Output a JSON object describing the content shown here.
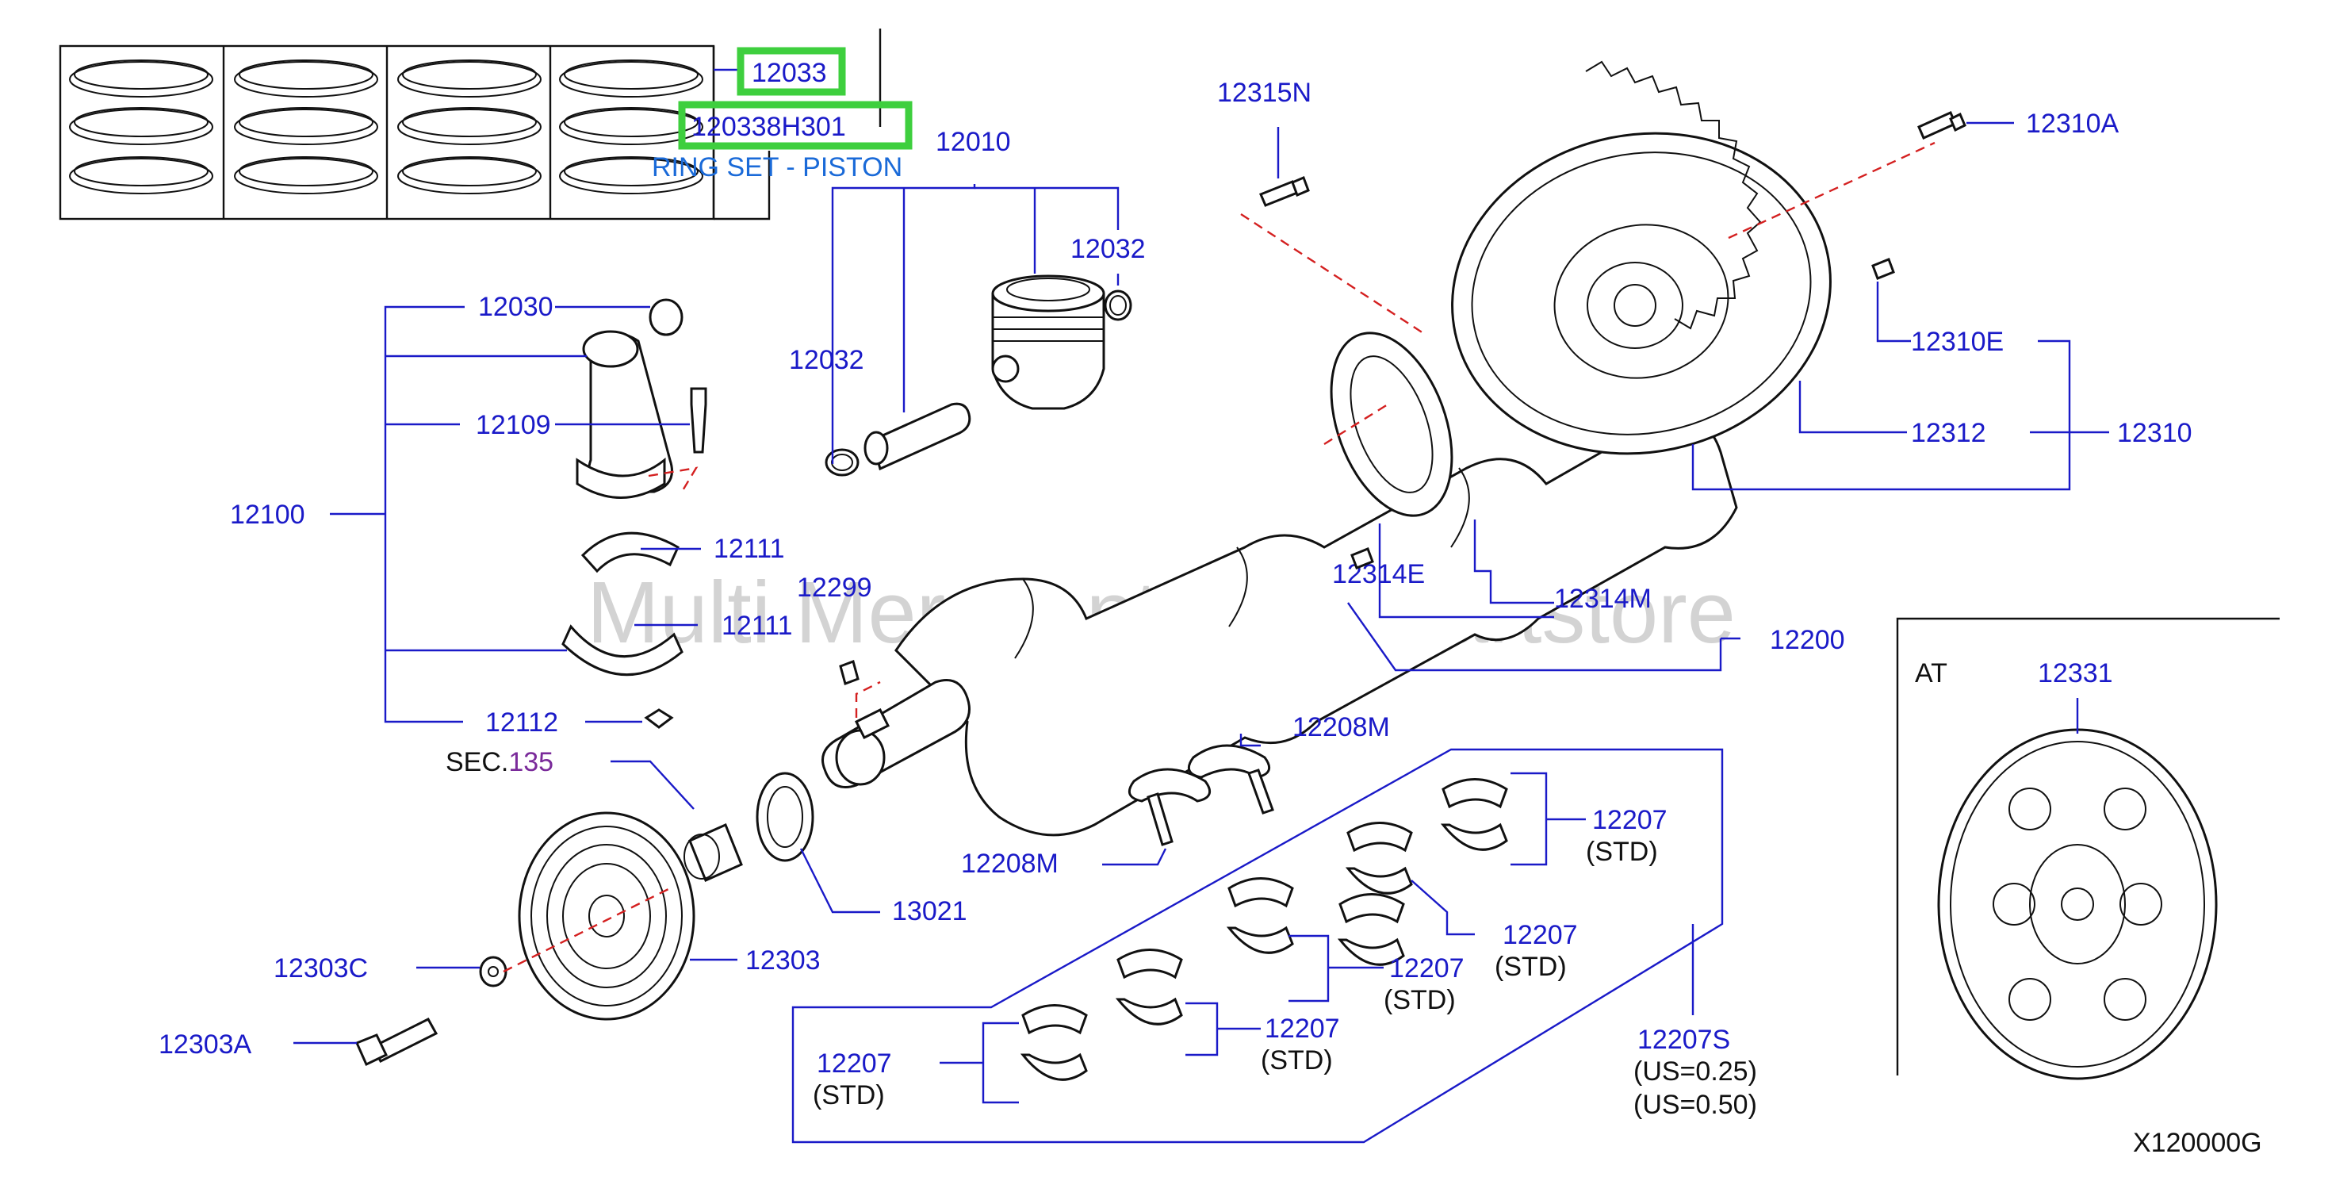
{
  "watermark": "Multi Merchant Auto Partstore",
  "drawing_code": "X120000G",
  "section_at": "AT",
  "sec_ref": {
    "prefix": "SEC.",
    "number": "135"
  },
  "highlighted": {
    "part_12033": "12033",
    "part_120338H301": "120338H301",
    "ring_set_name": "RING SET - PISTON"
  },
  "labels": {
    "p12010": "12010",
    "p12032a": "12032",
    "p12032b": "12032",
    "p12030": "12030",
    "p12109": "12109",
    "p12100": "12100",
    "p12111a": "12111",
    "p12111b": "12111",
    "p12112": "12112",
    "p12299": "12299",
    "p12315N": "12315N",
    "p12310A": "12310A",
    "p12310E": "12310E",
    "p12312": "12312",
    "p12310": "12310",
    "p12314E": "12314E",
    "p12314M": "12314M",
    "p12200": "12200",
    "p12331": "12331",
    "p12208Ma": "12208M",
    "p12208Mb": "12208M",
    "p13021": "13021",
    "p12303": "12303",
    "p12303C": "12303C",
    "p12303A": "12303A",
    "p12207a": "12207",
    "p12207b": "12207",
    "p12207c": "12207",
    "p12207d": "12207",
    "p12207e": "12207",
    "p12207S": "12207S",
    "std": "(STD)",
    "us025": "(US=0.25)",
    "us050": "(US=0.50)"
  },
  "colors": {
    "label": "#1a1ac8",
    "highlight": "#3ecf3e",
    "dashed": "#d42020",
    "sec_number": "#7a2a9a"
  }
}
